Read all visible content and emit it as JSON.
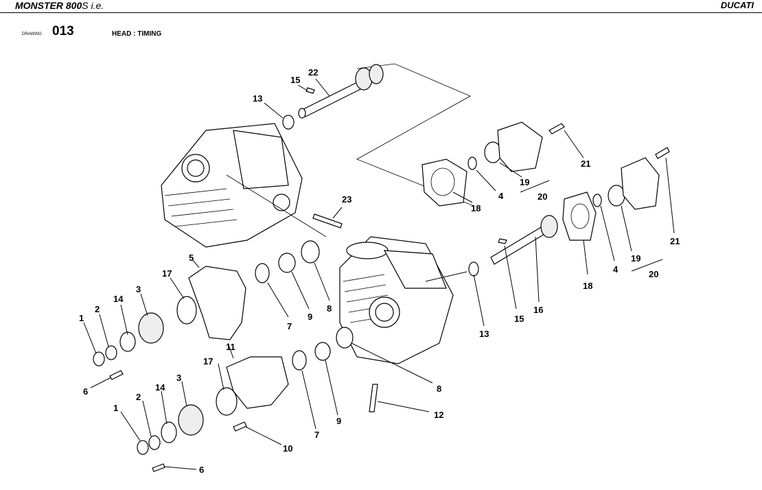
{
  "header": {
    "model": "MONSTER 800",
    "model_suffix": "S i.e.",
    "brand": "DUCATI"
  },
  "drawing": {
    "label": "DRAWING",
    "number": "013",
    "title": "HEAD : TIMING"
  },
  "callouts": [
    "22",
    "15",
    "13",
    "21",
    "19",
    "20",
    "4",
    "18",
    "23",
    "21",
    "19",
    "20",
    "4",
    "18",
    "5",
    "17",
    "14",
    "3",
    "2",
    "1",
    "6",
    "7",
    "9",
    "8",
    "11",
    "15",
    "16",
    "13",
    "8",
    "12",
    "17",
    "14",
    "3",
    "2",
    "1",
    "6",
    "7",
    "9",
    "10"
  ]
}
